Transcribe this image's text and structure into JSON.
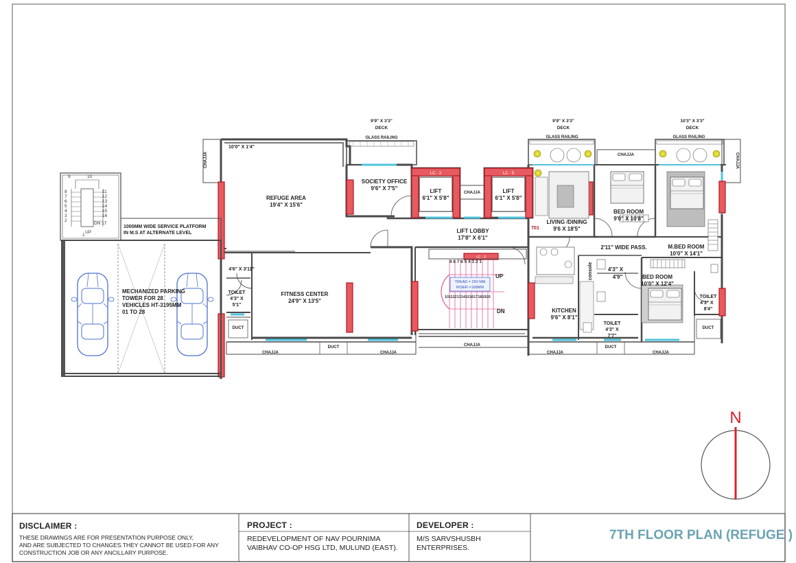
{
  "plan": {
    "rooms": {
      "refuge_area": "REFUGE AREA",
      "refuge_area_size": "19'4\" X 15'6\"",
      "society_office": "SOCIETY OFFICE",
      "society_office_size": "9'6\" X 7'5\"",
      "lift_label": "LIFT",
      "lift1_size": "6'1\" X 5'8\"",
      "lift2_size": "6'1\" X 5'8\"",
      "lift_lobby": "LIFT LOBBY",
      "lift_lobby_size": "17'8\" X 6'1\"",
      "fitness_center": "FITNESS CENTER",
      "fitness_center_size": "24'9\" X 13'5\"",
      "toilet": "TOILET",
      "toilet1_size_a": "4'3\" X",
      "toilet1_size_b": "5'1\"",
      "toilet2_size_a": "4'3\" X",
      "toilet2_size_b": "7'7\"",
      "toilet3_size_a": "4'3\" X",
      "toilet3_size_b": "8'4\"",
      "mechanized_parking_1": "MECHANIZED PARKING",
      "mechanized_parking_2": "TOWER FOR 28",
      "mechanized_parking_3": "VEHICLES HT-3195MM",
      "mechanized_parking_4": "01 TO 28",
      "living_dining": "LIVING /DINING",
      "living_dining_size": "9'6 X 18'5\"",
      "kitchen": "KITCHEN",
      "kitchen_size": "9'6\" X 8'1\"",
      "bed_room": "BED ROOM",
      "bed_room1_size": "9'0\" X 10'8\"",
      "bed_room2_size": "10'0\" X 12'4\"",
      "m_bed_room": "M.BED ROOM",
      "m_bed_room_size": "10'0\" X 14'1\"",
      "wide_pass": "2'11\" WIDE PASS.",
      "passage_size_a": "4'3\" X",
      "passage_size_b": "4'9\"",
      "console": "console",
      "flat_no": "701"
    },
    "decks": {
      "deck_label": "DECK",
      "glass_railing": "GLASS RAILING",
      "deck1_size": "9'9\" X 3'3\"",
      "deck2_size": "9'9\" X 3'3\"",
      "deck3_size": "10'3\" X 3'3\""
    },
    "misc": {
      "chajja": "CHAJJA",
      "duct": "DUCT",
      "top_strip": "10'0\" X 1'4\"",
      "service_platform_1": "1000MM WIDE SERVICE PLATFORM",
      "service_platform_2": "IN M.S AT ALTERNATE LEVEL",
      "size_4_6": "4'6\" X 3'11\"",
      "up": "UP",
      "dn": "DN",
      "dn17": "DN 17",
      "lc2": "LC - 2",
      "lc3": "LC - 3",
      "lc5": "LC - 5",
      "tread": "TREAD = 250 MM",
      "riser": "RISER =168MM",
      "steps_upper": "9 8 7 6 5 4 3 2 1",
      "steps_lower": "1011121314151617181920"
    },
    "stair_numbers_left": [
      "8",
      "7",
      "6",
      "5",
      "4",
      "3",
      "2"
    ],
    "stair_numbers_right": [
      "11",
      "12",
      "13",
      "14",
      "15",
      "16"
    ],
    "stair_top": [
      "9",
      "10"
    ],
    "stair_bottom": "1"
  },
  "compass": {
    "label": "N"
  },
  "title_block": {
    "disclaimer_heading": "DISCLAIMER :",
    "disclaimer_line1": "THESE DRAWINGS ARE FOR PRESENTATION PURPOSE ONLY,",
    "disclaimer_line2": "AND ARE SUBJECTED TO CHANGES.THEY CANNOT BE USED FOR ANY",
    "disclaimer_line3": "CONSTRUCTION JOB OR ANY ANCILLARY PURPOSE.",
    "project_heading": "PROJECT :",
    "project_line1": "REDEVELOPMENT OF NAV POURNIMA",
    "project_line2": "VAIBHAV CO-OP HSG LTD, MULUND (EAST).",
    "developer_heading": "DEVELOPER :",
    "developer_line1": "M/S SARVSHUSBH",
    "developer_line2": "ENTERPRISES.",
    "drawing_title": "7TH FLOOR PLAN (REFUGE )"
  },
  "colors": {
    "wall": "#4a4a4a",
    "column": "#d9242b",
    "glass": "#4fc3dc",
    "accent_title": "#6aa3b3",
    "car": "#4a6fd0"
  }
}
